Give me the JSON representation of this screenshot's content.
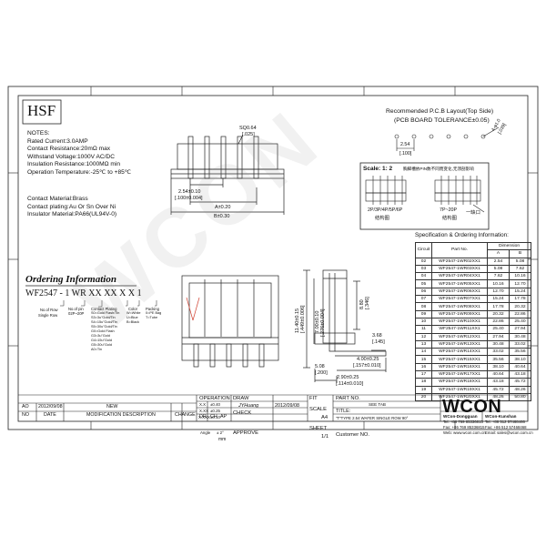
{
  "brand": "HSF",
  "notes": {
    "title": "NOTES:",
    "lines": [
      "Rated Current:3.0AMP",
      "Contact Resistance:20mΩ max",
      "Withstand Voltage:1000V AC/DC",
      "Insulation Resistance:1000MΩ min",
      "Operation Temperature:-25℃ to +85℃"
    ]
  },
  "materials": [
    "Contact Material:Brass",
    "Contact plating:Au Or Sn Over Ni",
    "Insulator Material:PA66(UL94V-0)"
  ],
  "pcb_layout": {
    "title_1": "Recommended P.C.B Layout(Top Side)",
    "title_2": "(PCB BOARD TOLERANCE±0.05)",
    "pitch_label": "2.54",
    "pitch_sub": "[.100]",
    "hole_label": "4-φ1.0",
    "hole_sub": "[.039]"
  },
  "front_view": {
    "sq_label": "SQ0.64",
    "sq_sub": "[.025]",
    "dim_pitch": "2.54±0.10",
    "dim_pitch_sub": "[.100±0.004]",
    "dim_a": "A±0.20",
    "dim_b": "B±0.30"
  },
  "scale_box": {
    "scale": "Scale: 1: 2",
    "note": "胸脚槽依PIN数不同而变化,无须剖影响",
    "label_left": "2P/3P/4P/5P/6P",
    "label_left_2": "结构图",
    "label_right": "7P~20P",
    "label_right_2": "一缺口",
    "label_right_3": "结构图"
  },
  "ordering": {
    "title": "Ordering Information",
    "code": "WF2547 - 1 WR  XX  XX X X 1",
    "legend": [
      "No.of Row",
      "Single Row",
      "No.of pin",
      "02P~20P",
      "Contact Plating",
      "S0=Gold Flash/Tin",
      "S3=3u\"Gold/Tin",
      "S4=15u\"Gold/Tin",
      "S5=30u\"Gold/Tin",
      "G0=Gold Flash",
      "G3=3u\"Gold",
      "G4=15u\"Gold",
      "G5=30u\"Gold",
      "A0=Tin",
      "Color",
      "W=White",
      "U=Blue",
      "B=Black",
      "Packing",
      "0=PE Bag",
      "T=Tube"
    ]
  },
  "side_view": {
    "h1": "11.40±0.15",
    "h1_sub": "[.449±0.006]",
    "h2": "7.00±0.10",
    "h2_sub": "[.276±0.004]",
    "h3": "8.80",
    "h3_sub": "[.346]",
    "h4": "3.68",
    "h4_sub": "[.145]",
    "w1": "4.00±0.25",
    "w1_sub": "[.157±0.010]",
    "w2": "5.08",
    "w2_sub": "[.200]",
    "w3": "2.90±0.25",
    "w3_sub": "[.114±0.010]"
  },
  "spec_table": {
    "title": "Specification & Ordering Information:",
    "headers": {
      "circuit": "Circuit",
      "part": "Part No.",
      "dimension": "Dimension",
      "a": "A",
      "b": "B"
    },
    "rows": [
      [
        "02",
        "WF2547-1WR02XX1",
        "2.54",
        "5.08"
      ],
      [
        "03",
        "WF2547-1WR03XX1",
        "5.08",
        "7.62"
      ],
      [
        "04",
        "WF2547-1WR04XX1",
        "7.62",
        "10.16"
      ],
      [
        "05",
        "WF2547-1WR05XX1",
        "10.16",
        "12.70"
      ],
      [
        "06",
        "WF2547-1WR06XX1",
        "12.70",
        "15.24"
      ],
      [
        "07",
        "WF2547-1WR07XX1",
        "15.24",
        "17.78"
      ],
      [
        "08",
        "WF2547-1WR08XX1",
        "17.78",
        "20.32"
      ],
      [
        "09",
        "WF2547-1WR09XX1",
        "20.32",
        "22.86"
      ],
      [
        "10",
        "WF2547-1WR10XX1",
        "22.86",
        "25.40"
      ],
      [
        "11",
        "WF2547-1WR11XX1",
        "25.40",
        "27.94"
      ],
      [
        "12",
        "WF2547-1WR12XX1",
        "27.94",
        "30.48"
      ],
      [
        "13",
        "WF2547-1WR13XX1",
        "30.48",
        "33.02"
      ],
      [
        "14",
        "WF2547-1WR14XX1",
        "33.02",
        "35.56"
      ],
      [
        "15",
        "WF2547-1WR15XX1",
        "35.56",
        "38.10"
      ],
      [
        "16",
        "WF2547-1WR16XX1",
        "38.10",
        "40.64"
      ],
      [
        "17",
        "WF2547-1WR17XX1",
        "40.64",
        "43.18"
      ],
      [
        "18",
        "WF2547-1WR18XX1",
        "43.18",
        "45.72"
      ],
      [
        "19",
        "WF2547-1WR19XX1",
        "45.72",
        "48.26"
      ],
      [
        "20",
        "WF2547-1WR20XX1",
        "48.26",
        "50.80"
      ]
    ]
  },
  "title_block": {
    "operation": "OPERATION",
    "draw": "DRAW",
    "draw_name": "JYHuang",
    "draw_date": "2012/09/08",
    "check": "CHECK",
    "approve": "APPROVE",
    "fit": "FIT",
    "scale": "SCALE",
    "scale_val": "A4",
    "sheet": "SHEET",
    "sheet_val": "1/1",
    "tol_x": "X.X",
    "tol_x_val": "±0.40",
    "tol_xx": "X.XX",
    "tol_xx_val": "±0.25",
    "tol_xxx": "X.XXX",
    "tol_xxx_val": "±0.10",
    "angle": "Angle",
    "angle_val": "± 2°",
    "unit": "mm",
    "part_no": "PART NO.",
    "see_tab": "SEE TAB",
    "title": "TITLE:",
    "title_val": "\"T\"TYPE 2.54 WAFER SINGLE ROW 90°",
    "customer": "Customer NO.",
    "revision": {
      "code": "AO",
      "date": "2012/09/08",
      "desc": "NEW",
      "col_no": "NO",
      "col_date": "DATE",
      "col_desc": "MODIFICATION DESCRIPTION",
      "col_change": "CHANGE",
      "col_dr": "DR",
      "col_ch": "CH",
      "col_ap": "AP"
    }
  },
  "company": {
    "logo": "WCON",
    "dongguan": "WCon-Dongguan",
    "kunshan": "WCon-Kunshan",
    "tel1": "Tel: +86 769 85336815",
    "tel2": "Tel: +86 512 57468466",
    "fax1": "Fax: +86 769 85336815",
    "fax2": "Fax: +86 512 57468468",
    "web": "Web: www.wcon.com.cn",
    "email": "Email: sales@wcon.com.cn"
  }
}
